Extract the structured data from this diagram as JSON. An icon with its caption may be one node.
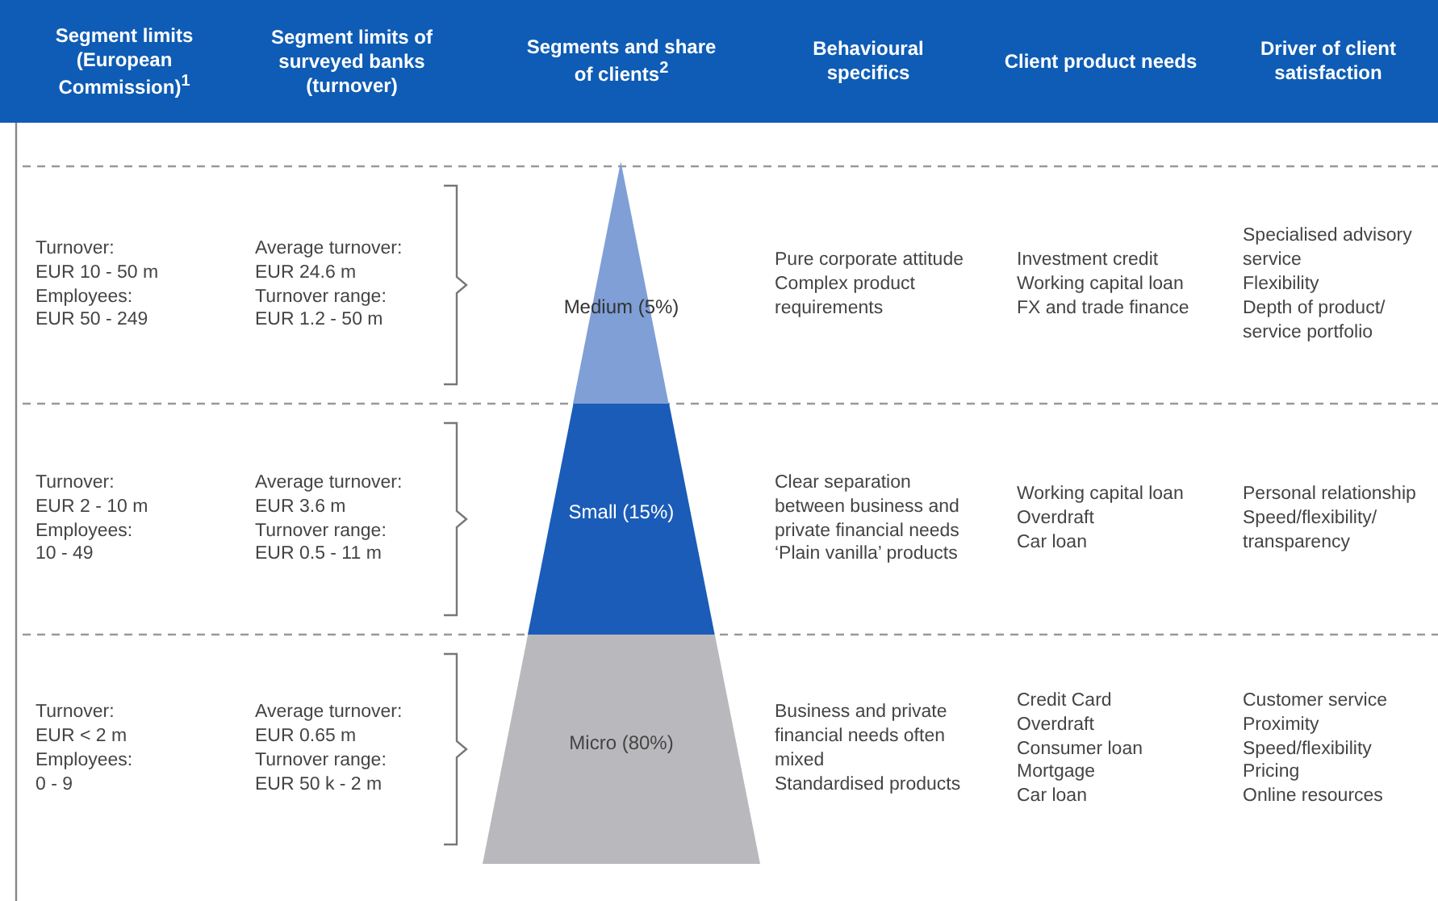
{
  "diagram": {
    "nodes": [
      {
        "text": [
          "Medium (5%)"
        ]
      },
      {
        "text": [
          "Small (15%)"
        ]
      },
      {
        "text": [
          "Micro (80%)"
        ]
      }
    ],
    "labels": [
      "Segment limits (European Commission)$^{1}$",
      "Segment limits of surveyed banks (turnover)",
      "Segments and share of clients$^{2}$",
      "Behavioural specifics",
      "Client product needs",
      "Driver of client satisfaction",
      "Turnover:",
      "EUR 10 - 50 m",
      "Employees:",
      "EUR 50 - 249",
      "Average turnover:",
      "EUR 24.6 m",
      "Turnover range:",
      "EUR 1.2 - 50 m",
      "Pure corporate attitude",
      "Complex product requirements",
      "Investment credit",
      "Working capital loan",
      "FX and trade finance",
      "Specialised advisory service",
      "Flexibility",
      "Depth of product/ service portfolio",
      "Turnover:",
      "EUR 2 - 10 m",
      "Employees:",
      "10 - 49",
      "Average turnover:",
      "EUR 3.6 m",
      "Turnover range:",
      "EUR 0.5 - 11 m",
      "Clear separation between business and private financial needs",
      "‘Plain vanilla’ products",
      "Working capital loan",
      "Overdraft",
      "Car loan",
      "Personal relationship",
      "Speed/flexibility/ transparency",
      "Turnover:",
      "EUR < 2 m",
      "Employees:",
      "0 - 9",
      "Average turnover:",
      "EUR 0.65 m",
      "Turnover range:",
      "EUR 50 k - 2 m",
      "Business and private financial needs often mixed",
      "Standardised products",
      "Credit Card",
      "Overdraft",
      "Consumer loan",
      "Mortgage",
      "Car loan",
      "Customer service",
      "Proximity",
      "Speed/flexibility",
      "Pricing",
      "Online resources"
    ]
  }
}
